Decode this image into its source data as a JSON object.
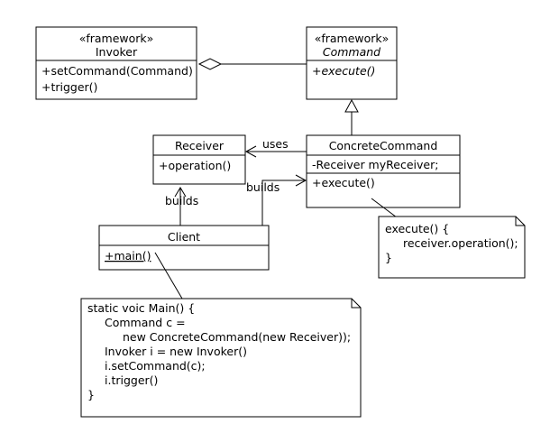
{
  "classes": {
    "invoker": {
      "stereotype": "«framework»",
      "name": "Invoker",
      "ops": [
        "+setCommand(Command)",
        "+trigger()"
      ]
    },
    "command": {
      "stereotype": "«framework»",
      "name": "Command",
      "ops": [
        "+execute()"
      ]
    },
    "receiver": {
      "name": "Receiver",
      "ops": [
        "+operation()"
      ]
    },
    "concrete_command": {
      "name": "ConcreteCommand",
      "attrs": [
        "-Receiver myReceiver;"
      ],
      "ops": [
        "+execute()"
      ]
    },
    "client": {
      "name": "Client",
      "ops": [
        "+main()"
      ]
    }
  },
  "labels": {
    "uses": "uses",
    "builds_receiver": "builds",
    "builds_concrete": "builds"
  },
  "notes": {
    "execute_note": [
      "execute() {",
      "receiver.operation();",
      "}"
    ],
    "main_note": [
      "static voic Main() {",
      "Command c =",
      "new ConcreteCommand(new Receiver));",
      "Invoker i = new Invoker()",
      "i.setCommand(c);",
      "i.trigger()",
      "}"
    ]
  }
}
